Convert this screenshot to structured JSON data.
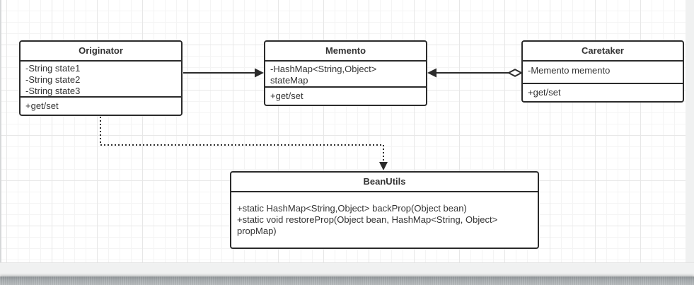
{
  "classes": [
    {
      "name": "Originator",
      "fields": [
        "-String state1",
        "-String state2",
        "-String state3"
      ],
      "methods": [
        "+get/set"
      ]
    },
    {
      "name": "Memento",
      "fields": [
        "-HashMap<String,Object> stateMap"
      ],
      "methods": [
        "+get/set"
      ]
    },
    {
      "name": "Caretaker",
      "fields": [
        "-Memento memento"
      ],
      "methods": [
        "+get/set"
      ]
    },
    {
      "name": "BeanUtils",
      "fields": [],
      "methods": [
        "+static HashMap<String,Object> backProp(Object bean)",
        "+static void restoreProp(Object bean, HashMap<String, Object> propMap)"
      ]
    }
  ],
  "relations": [
    {
      "from": "Originator",
      "to": "Memento",
      "type": "directed-association",
      "line": "solid",
      "head": "filled-triangle"
    },
    {
      "from": "Caretaker",
      "to": "Memento",
      "type": "aggregation",
      "line": "solid",
      "head": "filled-triangle",
      "tail": "open-diamond"
    },
    {
      "from": "Originator",
      "to": "BeanUtils",
      "type": "dependency",
      "line": "dotted",
      "head": "filled-triangle"
    }
  ],
  "colors": {
    "shape_border": "#2b2b2b",
    "shape_fill": "#ffffff",
    "text": "#333333",
    "grid_minor": "#f4f4f4",
    "grid_major": "#e7e7e7",
    "canvas": "#ffffff",
    "chrome_strip": "#f0f1f1",
    "window_edge": "#a7acaf"
  }
}
